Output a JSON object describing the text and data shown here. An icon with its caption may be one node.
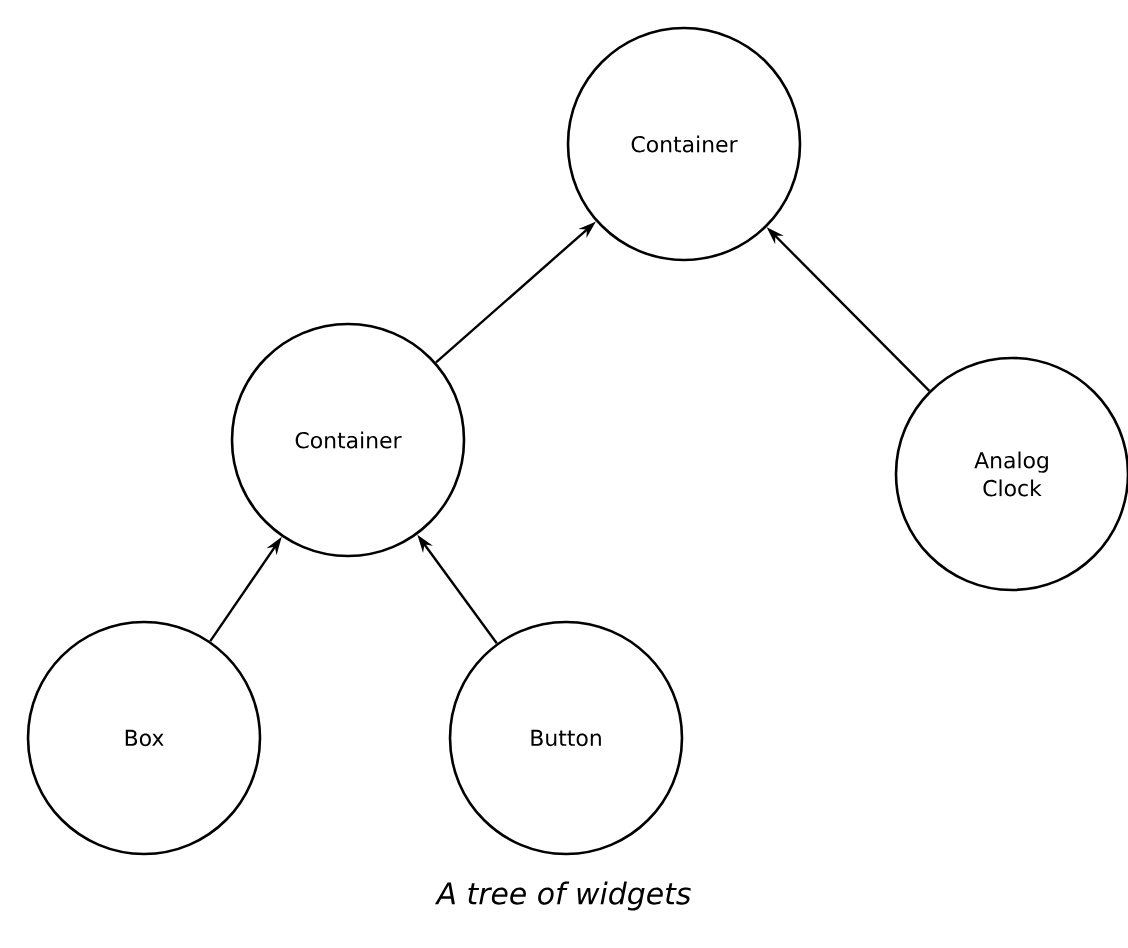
{
  "diagram": {
    "caption": "A tree of widgets",
    "nodes": [
      {
        "text": [
          "Container"
        ]
      },
      {
        "text": [
          "Container"
        ]
      },
      {
        "text": [
          "Analog Clock"
        ]
      },
      {
        "text": [
          "Box"
        ]
      },
      {
        "text": [
          "Button"
        ]
      }
    ],
    "edges": [
      {
        "from": 1,
        "to": 0,
        "arrow": "to"
      },
      {
        "from": 2,
        "to": 0,
        "arrow": "to"
      },
      {
        "from": 3,
        "to": 1,
        "arrow": "to"
      },
      {
        "from": 4,
        "to": 1,
        "arrow": "to"
      }
    ]
  }
}
